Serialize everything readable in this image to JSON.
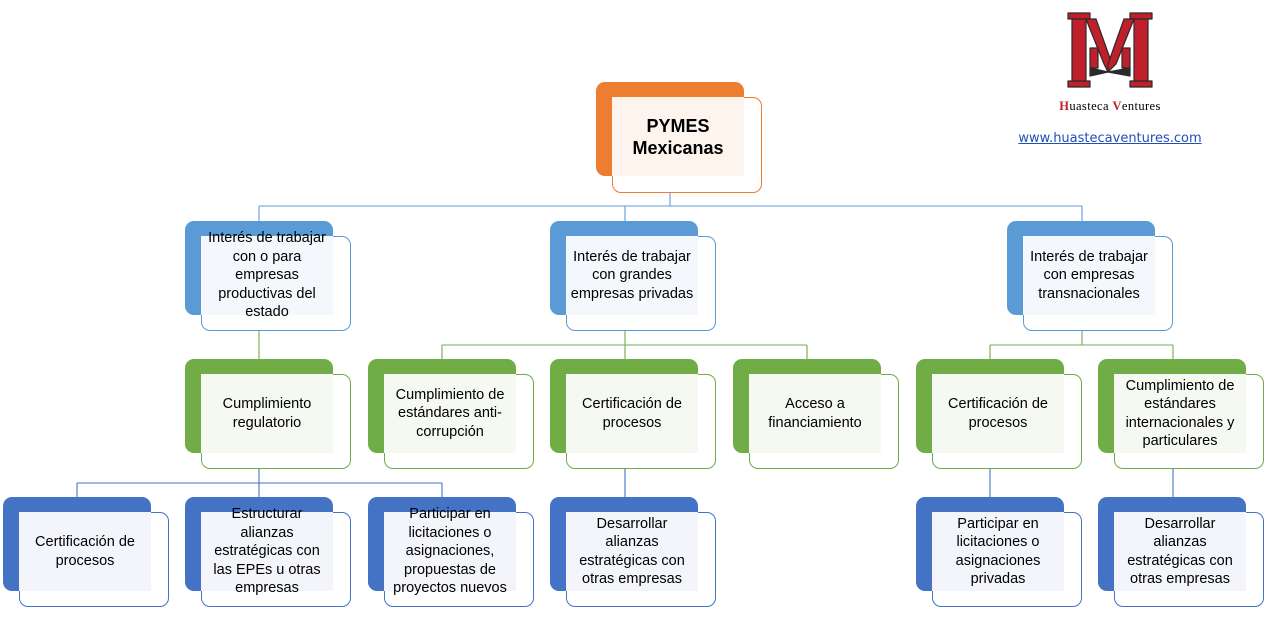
{
  "root": {
    "label_line1": "PYMES",
    "label_line2": "Mexicanas"
  },
  "interests": [
    {
      "label": "Interés de trabajar con o para empresas productivas del estado"
    },
    {
      "label": "Interés de trabajar con grandes empresas privadas"
    },
    {
      "label": "Interés de trabajar con empresas transnacionales"
    }
  ],
  "requirements": [
    {
      "label": "Cumplimiento regulatorio"
    },
    {
      "label": "Cumplimiento de estándares anti-corrupción"
    },
    {
      "label": "Certificación de procesos"
    },
    {
      "label": "Acceso a financiamiento"
    },
    {
      "label": "Certificación de procesos"
    },
    {
      "label": "Cumplimiento de estándares internacionales y particulares"
    }
  ],
  "actions": [
    {
      "label": "Certificación de procesos"
    },
    {
      "label": "Estructurar alianzas estratégicas con las EPEs u otras empresas"
    },
    {
      "label": "Participar en licitaciones o asignaciones, propuestas de proyectos nuevos"
    },
    {
      "label": "Desarrollar alianzas estratégicas con otras empresas"
    },
    {
      "label": "Participar en licitaciones o asignaciones privadas"
    },
    {
      "label": "Desarrollar alianzas estratégicas con otras empresas"
    }
  ],
  "brand": {
    "name_first_initial": "H",
    "name_first_rest": "uasteca ",
    "name_second_initial": "V",
    "name_second_rest": "entures",
    "website": "www.huastecaventures.com",
    "logo_icon": "huasteca-ventures-monogram",
    "colors": {
      "logo_red": "#c0202b",
      "logo_dark": "#2a2a2a",
      "link": "#1f4fb8"
    }
  },
  "colors": {
    "root": "#ed7d31",
    "interest": "#5b9bd5",
    "requirement": "#70ad47",
    "action": "#4472c4"
  }
}
